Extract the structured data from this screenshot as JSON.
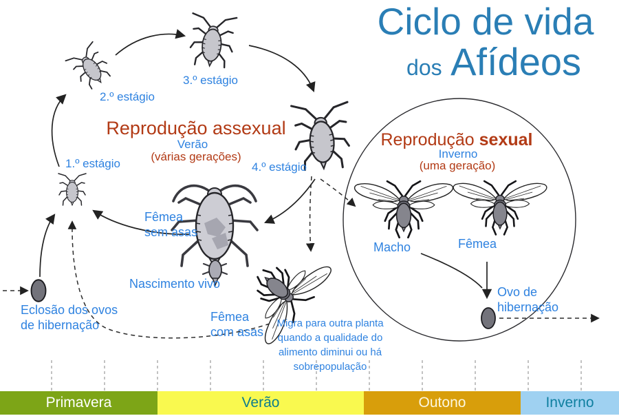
{
  "title": {
    "line1": "Ciclo de vida",
    "line2_small": "dos",
    "line2_large": "Afídeos"
  },
  "asexual": {
    "heading": "Reprodução assexual",
    "season": "Verão",
    "note": "(várias gerações)"
  },
  "sexual": {
    "heading_prefix": "Reprodução ",
    "heading_emphasis": "sexual",
    "season": "Inverno",
    "note": "(uma geração)"
  },
  "stages": [
    {
      "label": "1.º estágio"
    },
    {
      "label": "2.º estágio"
    },
    {
      "label": "3.º estágio"
    },
    {
      "label": "4.º estágio"
    }
  ],
  "labels": {
    "wingless_female": "Fêmea\nsem asas",
    "live_birth": "Nascimento vivo",
    "winged_female": "Fêmea\ncom asas",
    "migration_note": "Migra para outra planta\nquando a qualidade do\nalimento diminui ou há\nsobrepopulação",
    "egg_hatching": "Eclosão dos ovos\nde hibernação",
    "male": "Macho",
    "female": "Fêmea",
    "hibernation_egg": "Ovo de\nhibernação"
  },
  "seasons": [
    {
      "name": "Primavera",
      "color": "#7DA517",
      "text_color": "#FFFFFF"
    },
    {
      "name": "Verão",
      "color": "#F9F94F",
      "text_color": "#0E7D8C"
    },
    {
      "name": "Outono",
      "color": "#D89E0B",
      "text_color": "#FCF7E0"
    },
    {
      "name": "Inverno",
      "color": "#9FD1F1",
      "text_color": "#0F7FA0"
    }
  ],
  "colors": {
    "title_blue": "#2A7EB5",
    "label_blue": "#2E82E0",
    "heading_red": "#B23A15",
    "nymph_body_gray": "#C6C6CC",
    "winged_body_gray": "#85858D",
    "egg_gray": "#73737B",
    "outline_dark": "#26262A"
  }
}
